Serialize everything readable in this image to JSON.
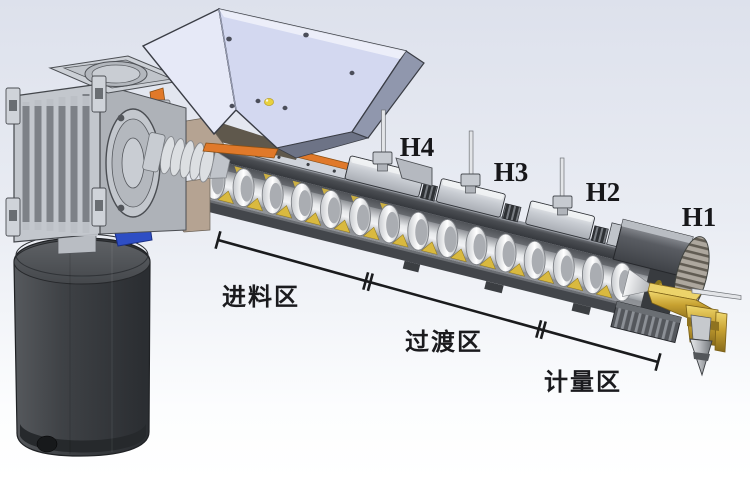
{
  "heater_labels": [
    "H4",
    "H3",
    "H2",
    "H1"
  ],
  "zone_labels": [
    "进料区",
    "过渡区",
    "计量区"
  ],
  "colors": {
    "background_top": "#dde1ec",
    "background_bottom": "#ffffff",
    "hopper_main": "#d3d8f0",
    "orange_accent": "#e0792a",
    "material_yellow": "#d9b93f",
    "brass": "#c7a131",
    "coupling_blue": "#2e4ec4",
    "metal_light": "#c6cad0",
    "metal_dark": "#44474c",
    "motor_dark": "#3a3d41",
    "label_text": "#1a1a1c"
  }
}
